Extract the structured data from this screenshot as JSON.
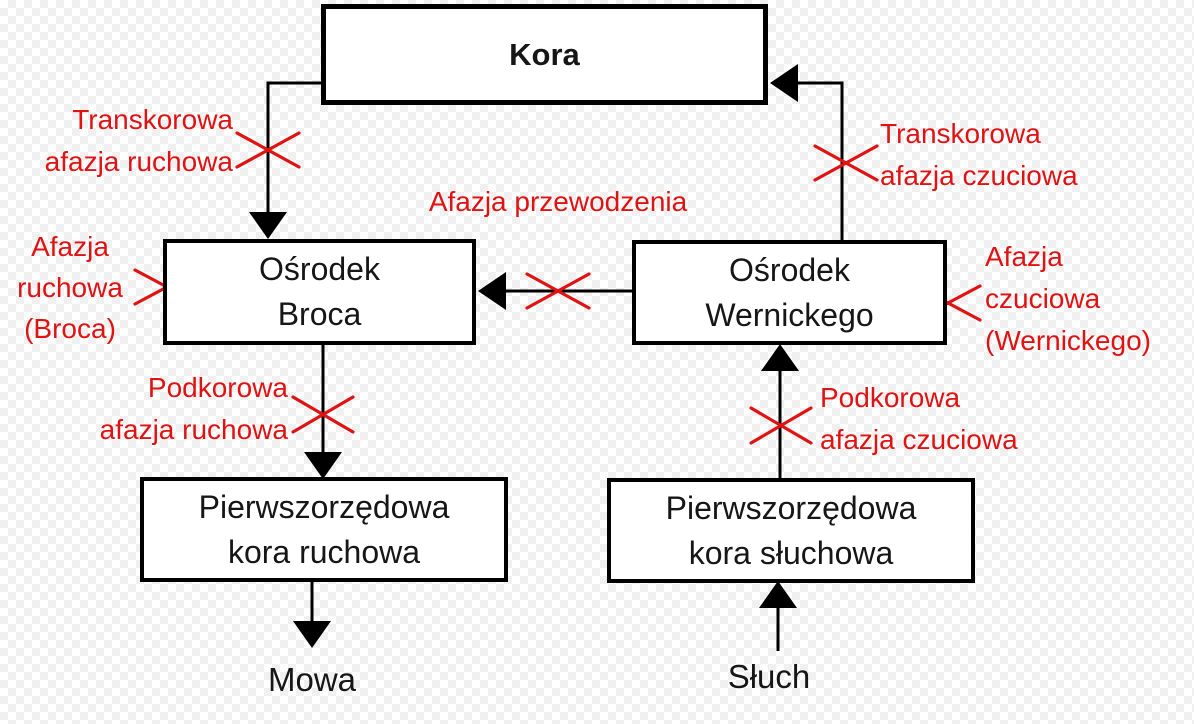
{
  "diagram": {
    "description": "Schemat afazji (model Wernickego-Lichtheima)",
    "colors": {
      "lesion_red": "#e01212",
      "line_black": "#000000",
      "box_fill": "#ffffff",
      "checker_gray": "#f0f0f0"
    },
    "nodes": {
      "kora": "Kora",
      "broca": "Ośrodek\nBroca",
      "wernicke": "Ośrodek\nWernickego",
      "motor_cortex": "Pierwszorzędowa\nkora ruchowa",
      "auditory_cortex": "Pierwszorzędowa\nkora słuchowa"
    },
    "terminals": {
      "speech": "Mowa",
      "hearing": "Słuch"
    },
    "lesions": {
      "transcortical_motor": "Transkorowa\nafazja ruchowa",
      "transcortical_sensory": "Transkorowa\nafazja czuciowa",
      "conduction": "Afazja przewodzenia",
      "broca_aphasia": "Afazja\nruchowa\n(Broca)",
      "wernicke_aphasia": "Afazja\nczuciowa\n(Wernickego)",
      "subcortical_motor": "Podkorowa\nafazja ruchowa",
      "subcortical_sensory": "Podkorowa\nafazja czuciowa"
    }
  }
}
